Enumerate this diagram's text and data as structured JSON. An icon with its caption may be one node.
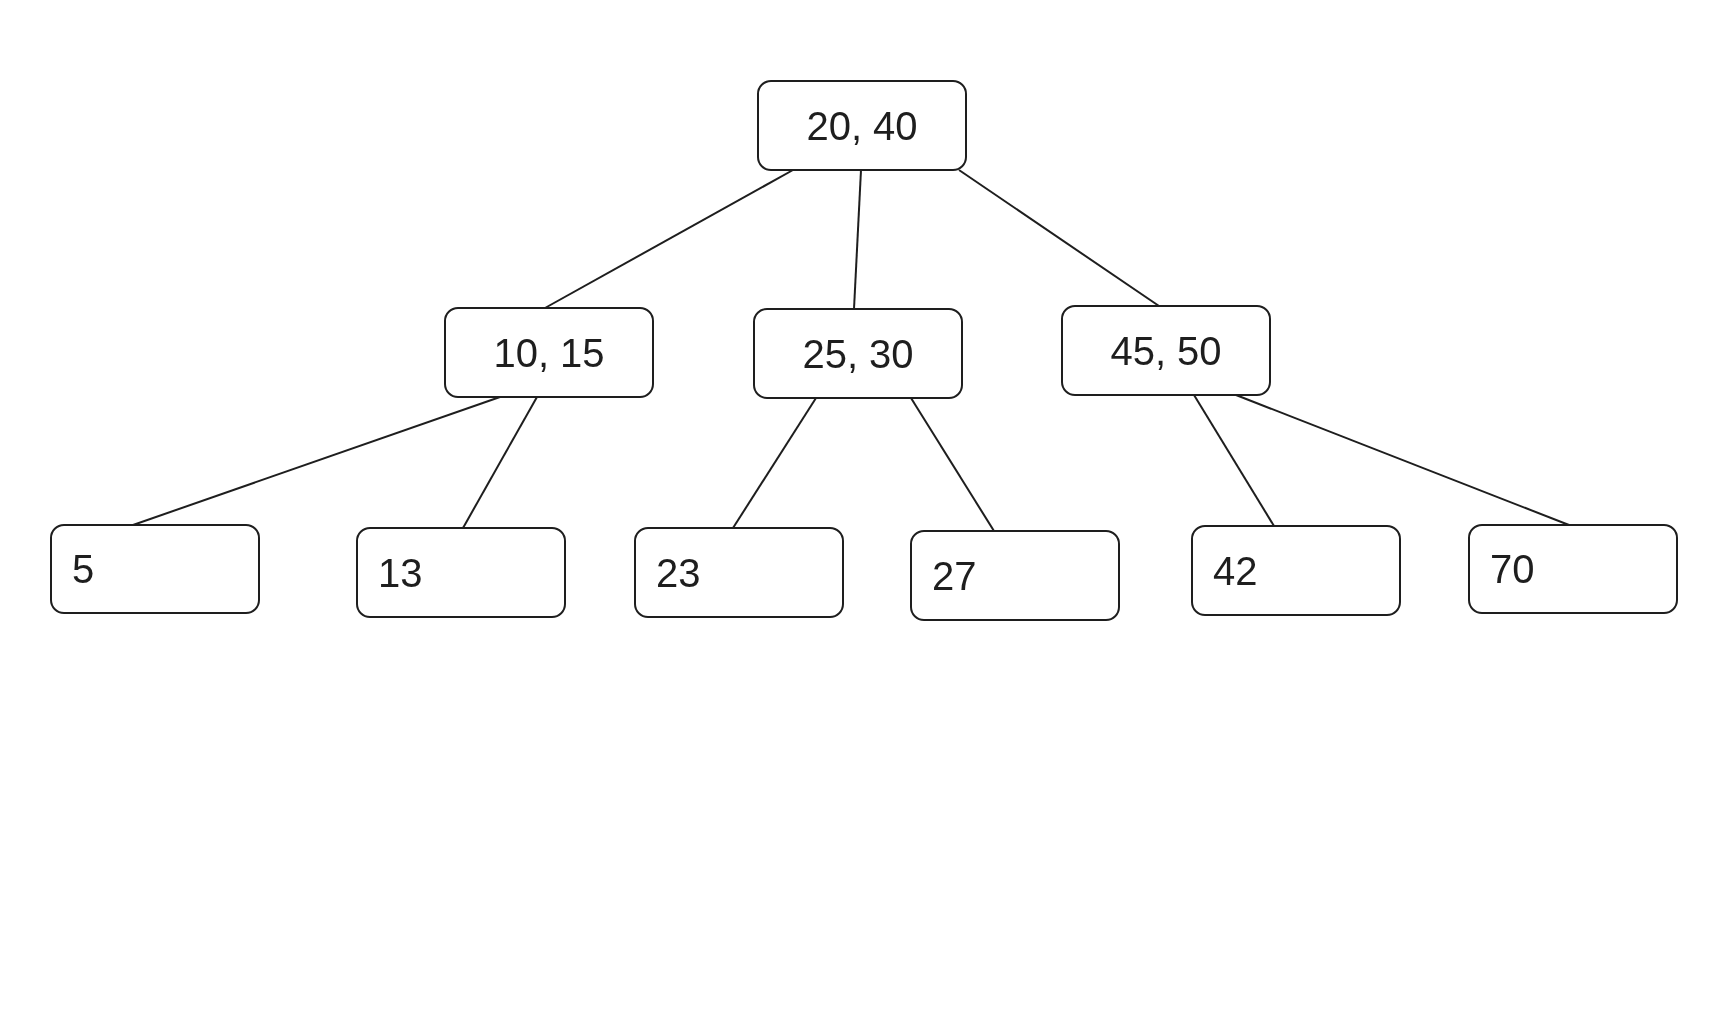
{
  "diagram": {
    "nodes": [
      {
        "text": [
          "20, 40"
        ]
      },
      {
        "text": [
          "10, 15"
        ]
      },
      {
        "text": [
          "25, 30"
        ]
      },
      {
        "text": [
          "45, 50"
        ]
      },
      {
        "text": [
          "5"
        ]
      },
      {
        "text": [
          "13"
        ]
      },
      {
        "text": [
          "23"
        ]
      },
      {
        "text": [
          "27"
        ]
      },
      {
        "text": [
          "42"
        ]
      },
      {
        "text": [
          "70"
        ]
      }
    ],
    "edges": [
      {
        "from": 0,
        "to": 1,
        "arrow": "none"
      },
      {
        "from": 0,
        "to": 2,
        "arrow": "none"
      },
      {
        "from": 0,
        "to": 3,
        "arrow": "none"
      },
      {
        "from": 1,
        "to": 4,
        "arrow": "none"
      },
      {
        "from": 1,
        "to": 5,
        "arrow": "none"
      },
      {
        "from": 2,
        "to": 6,
        "arrow": "none"
      },
      {
        "from": 2,
        "to": 7,
        "arrow": "none"
      },
      {
        "from": 3,
        "to": 8,
        "arrow": "none"
      },
      {
        "from": 3,
        "to": 9,
        "arrow": "none"
      }
    ]
  }
}
